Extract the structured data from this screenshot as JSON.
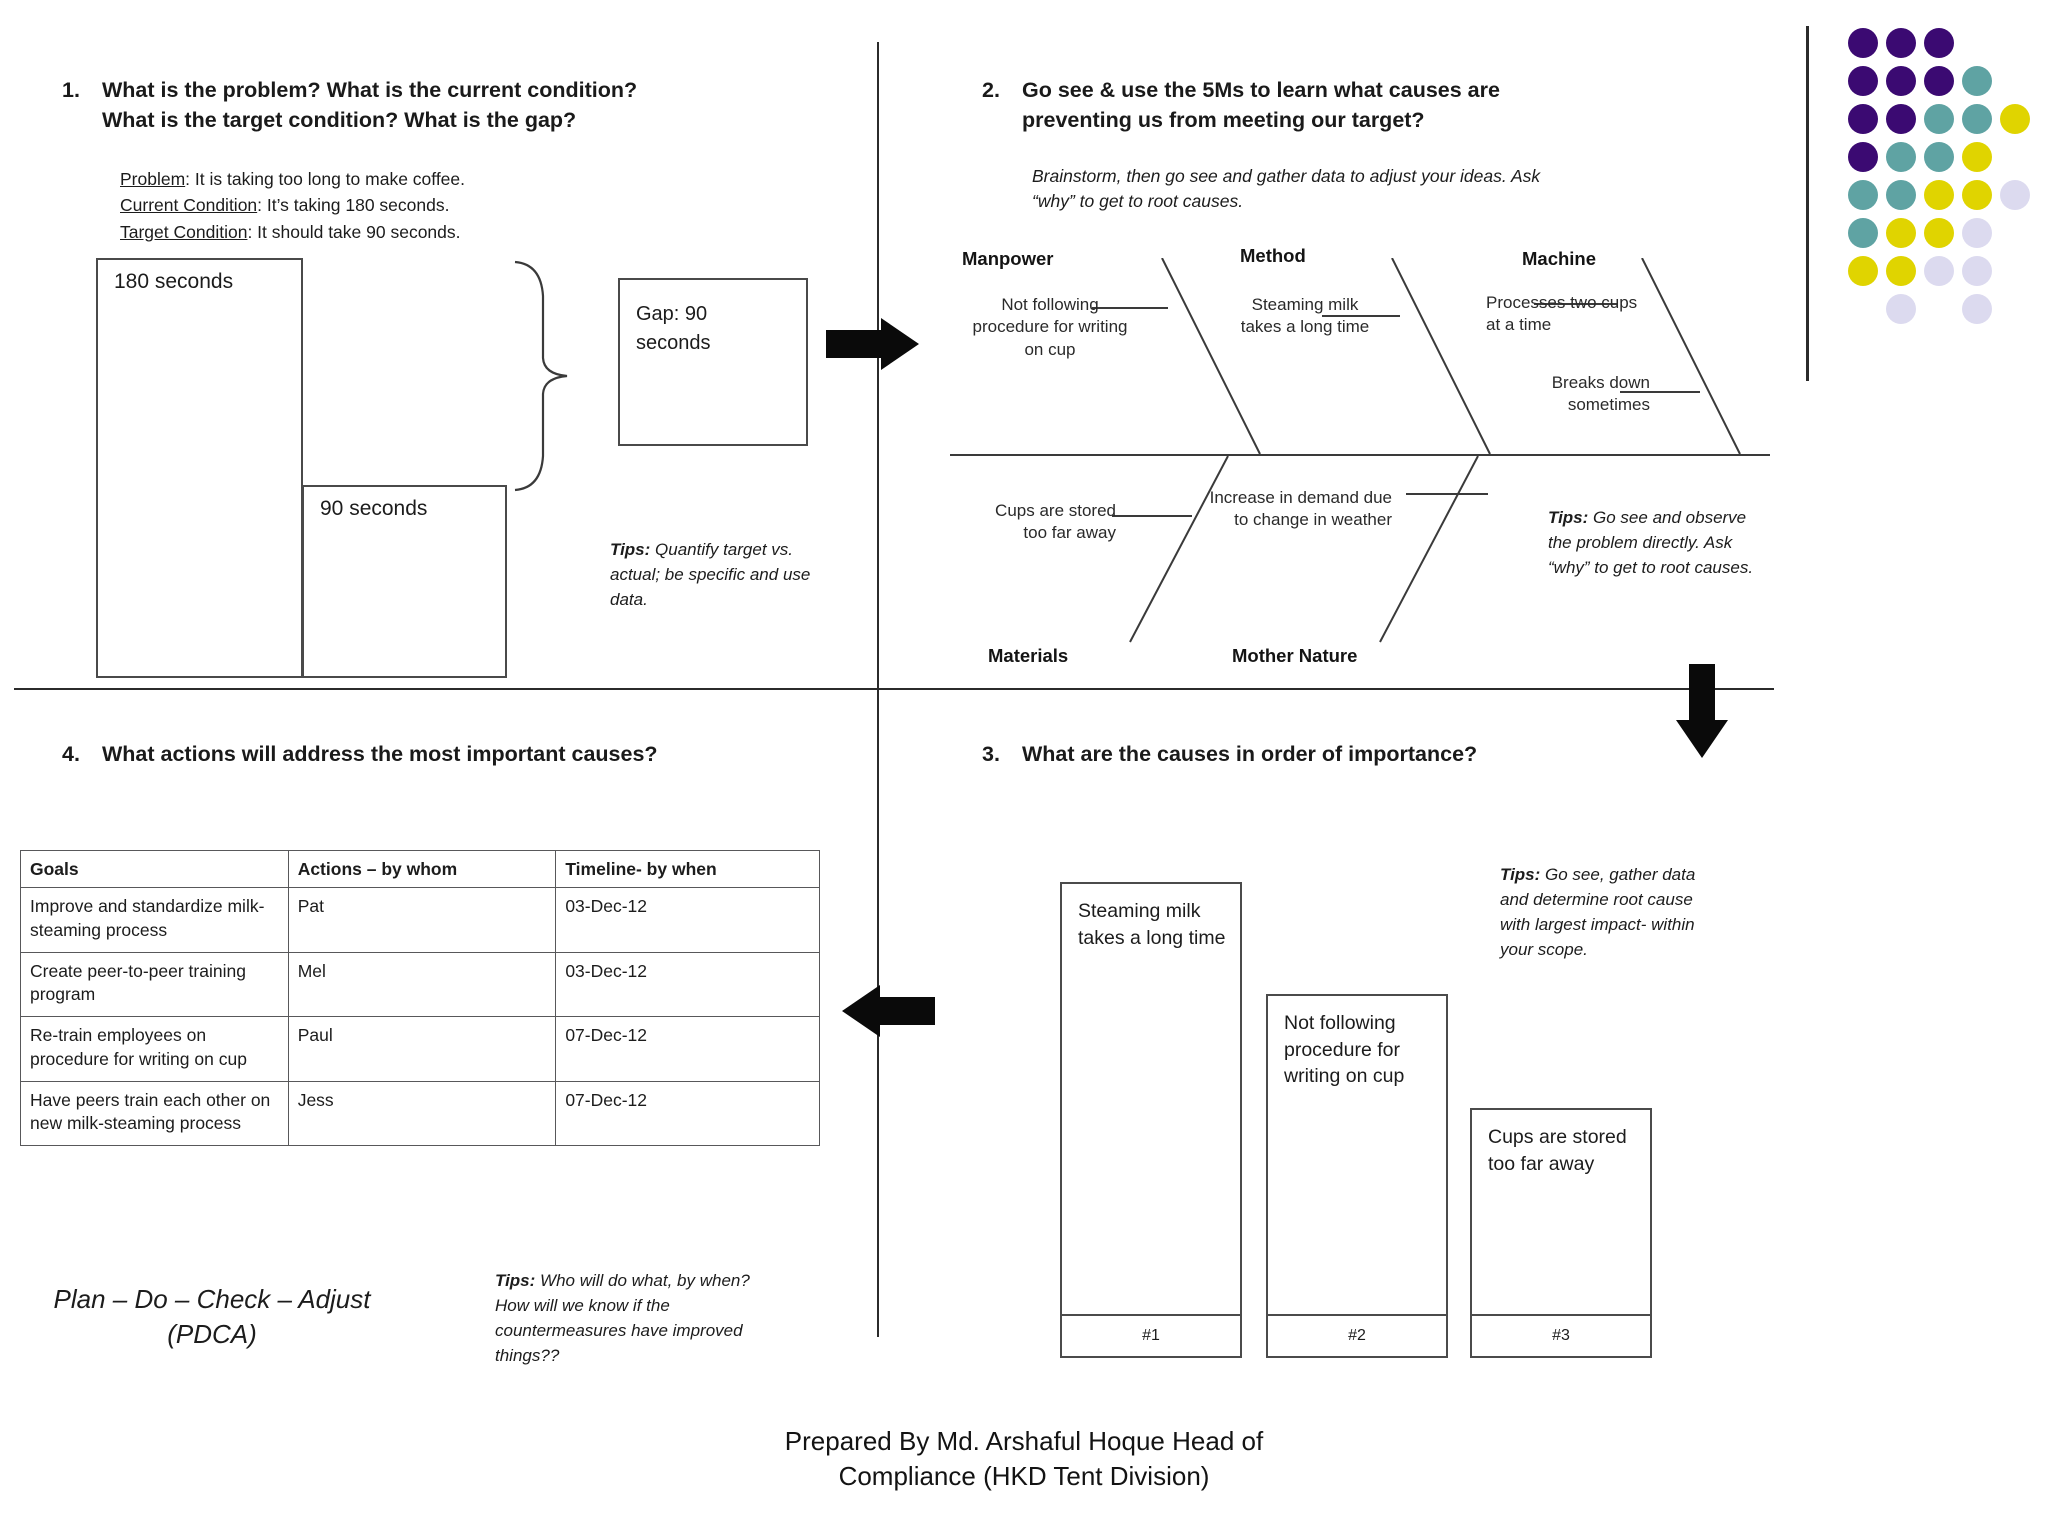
{
  "quadrant1": {
    "number": "1.",
    "heading_line1": "What is the problem? What is the current condition?",
    "heading_line2": "What is the target condition? What is the gap?",
    "problem_label": "Problem",
    "problem_text": ": It is taking too long to make coffee.",
    "current_label": "Current Condition",
    "current_text": ": It’s taking 180 seconds.",
    "target_label": "Target Condition",
    "target_text": ": It should take 90 seconds.",
    "bar_current": "180 seconds",
    "bar_target": "90 seconds",
    "gap_line1": "Gap:  90",
    "gap_line2": "seconds",
    "tips_bold": "Tips:",
    "tips_text": " Quantify target vs. actual; be specific and use data."
  },
  "quadrant2": {
    "number": "2.",
    "heading_line1": "Go see & use the 5Ms to learn what causes are",
    "heading_line2": "preventing us from meeting our target?",
    "sub_line1": "Brainstorm, then go see and gather data to adjust your ideas. Ask",
    "sub_line2": "“why” to get to root causes.",
    "categories": [
      {
        "name": "Manpower"
      },
      {
        "name": "Method"
      },
      {
        "name": "Machine"
      },
      {
        "name": "Materials"
      },
      {
        "name": "Mother Nature"
      }
    ],
    "causes": [
      {
        "text": "Not following procedure for writing on cup",
        "category": "Manpower"
      },
      {
        "text": "Steaming milk takes a long time",
        "category": "Method"
      },
      {
        "text": "Processes two cups at a time",
        "category": "Machine"
      },
      {
        "text": "Breaks down sometimes",
        "category": "Machine"
      },
      {
        "text": "Cups are stored too far away",
        "category": "Materials"
      },
      {
        "text": "Increase in demand due to change in weather",
        "category": "Mother Nature"
      }
    ],
    "tips_bold": "Tips:",
    "tips_text": " Go see and observe the problem directly.  Ask “why” to get to root causes."
  },
  "quadrant3": {
    "number": "3.",
    "heading": "What are the causes in order of importance?",
    "tips_bold": "Tips:",
    "tips_text": " Go see, gather data and determine root cause with largest impact- within your scope.",
    "bars": [
      {
        "label": "Steaming milk takes a long time",
        "rank": "#1"
      },
      {
        "label": "Not following procedure for writing on cup",
        "rank": "#2"
      },
      {
        "label": "Cups are stored too far away",
        "rank": "#3"
      }
    ]
  },
  "quadrant4": {
    "number": "4.",
    "heading": "What actions will address the most important causes?",
    "table": {
      "headers": [
        "Goals",
        "Actions – by whom",
        "Timeline- by when"
      ],
      "rows": [
        [
          "Improve and standardize milk-steaming process",
          "Pat",
          "03-Dec-12"
        ],
        [
          "Create peer-to-peer training program",
          "Mel",
          "03-Dec-12"
        ],
        [
          "Re-train employees on procedure for writing on cup",
          "Paul",
          "07-Dec-12"
        ],
        [
          "Have peers train each other on new  milk-steaming process",
          "Jess",
          "07-Dec-12"
        ]
      ]
    },
    "pdca_line1": "Plan – Do – Check – Adjust",
    "pdca_line2": "(PDCA)",
    "tips_bold": "Tips:",
    "tips_text": " Who will do what, by when? How will we know if the countermeasures have improved things??"
  },
  "footer": {
    "line1": "Prepared By Md. Arshaful Hoque Head of",
    "line2": "Compliance (HKD Tent Division)"
  },
  "logo": {
    "colors": {
      "purple": "#3b0a72",
      "teal": "#5fa3a3",
      "yellow": "#e0d400",
      "lavender": "#dcdaef"
    },
    "grid": [
      [
        "purple",
        "purple",
        "purple",
        "",
        ""
      ],
      [
        "purple",
        "purple",
        "purple",
        "teal",
        ""
      ],
      [
        "purple",
        "purple",
        "teal",
        "teal",
        "yellow"
      ],
      [
        "purple",
        "teal",
        "teal",
        "yellow",
        ""
      ],
      [
        "teal",
        "teal",
        "yellow",
        "yellow",
        "lavender"
      ],
      [
        "teal",
        "yellow",
        "yellow",
        "lavender",
        ""
      ],
      [
        "yellow",
        "yellow",
        "lavender",
        "lavender",
        ""
      ],
      [
        "",
        "lavender",
        "",
        "lavender",
        ""
      ]
    ]
  }
}
